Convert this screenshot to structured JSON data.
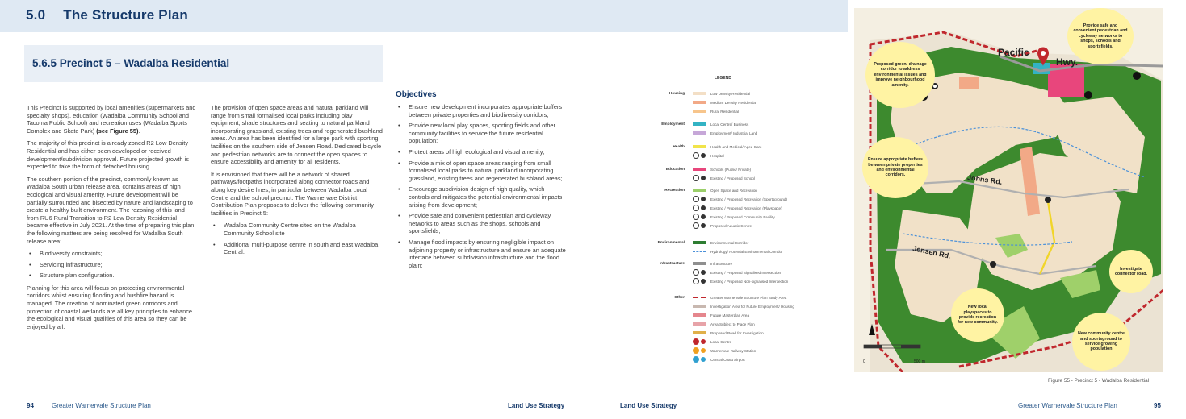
{
  "header": {
    "number": "5.0",
    "title": "The Structure Plan"
  },
  "subheading": "5.6.5 Precinct 5 – Wadalba Residential",
  "col1": {
    "p1_pre": "This Precinct is supported by local amenities (supermarkets and specialty shops), education (Wadalba Community School and Tacoma Public School) and recreation uses (Wadalba Sports Complex and Skate Park) ",
    "p1_bold": "(see Figure 55)",
    "p1_post": ".",
    "p2": "The majority of this precinct is already zoned R2 Low Density Residential and has either been developed or received development/subdivision approval. Future projected growth is expected to take the form of detached housing.",
    "p3": "The southern portion of the precinct, commonly known as Wadalba South urban release area, contains areas of high ecological and visual amenity. Future development will be partially surrounded and bisected by nature and landscaping to create a healthy built environment. The rezoning of this land from RU6 Rural Transition to R2 Low Density Residential became effective in July 2021. At the time of preparing this plan, the following matters are being resolved for Wadalba South release area:",
    "bullets": [
      "Biodiversity constraints;",
      "Servicing infrastructure;",
      "Structure plan configuration."
    ],
    "p4": "Planning for this area will focus on protecting environmental corridors whilst ensuring flooding and bushfire hazard is managed. The creation of nominated green corridors and protection of coastal wetlands are all key principles to enhance the ecological and visual qualities of this area so they can be enjoyed by all."
  },
  "col2": {
    "p1": "The provision of open space areas and natural parkland will range from small formalised local parks including play equipment, shade structures and seating to natural parkland incorporating grassland, existing trees and regenerated bushland areas. An area has been identified for a large park with sporting facilities on the southern side of Jensen Road. Dedicated bicycle and pedestrian networks are to connect the open spaces to ensure accessibility and amenity for all residents.",
    "p2": "It is envisioned that there will be a network of shared pathways/footpaths incorporated along connector roads and along key desire lines, in particular between Wadalba Local Centre and the school precinct. The Warnervale District Contribution Plan proposes to deliver the following community facilities in Precinct 5:",
    "bullets": [
      "Wadalba Community Centre sited on the Wadalba Community School site",
      "Additional multi-purpose centre in south and east Wadalba Central."
    ]
  },
  "objectives": {
    "title": "Objectives",
    "items": [
      "Ensure new development incorporates appropriate buffers between private properties and biodiversity corridors;",
      "Provide new local play spaces, sporting fields and other community facilities to service the future residential population;",
      "Protect areas of high ecological and visual amenity;",
      "Provide a mix of open space areas ranging from small formalised local parks to natural parkland incorporating grassland, existing trees and regenerated bushland areas;",
      "Encourage subdivision design of high quality, which controls and mitigates the potential environmental impacts arising from development;",
      "Provide safe and convenient pedestrian and cycleway networks to areas such as the shops, schools and sportsfields;",
      "Manage flood impacts by ensuring negligible impact on adjoining property or infrastructure and ensure an adequate interface between subdivision infrastructure and the flood plain;"
    ]
  },
  "footer": {
    "left_page": "94",
    "left_title": "Greater Warnervale Structure Plan",
    "left_section": "Land Use Strategy",
    "right_section": "Land Use Strategy",
    "right_title": "Greater Warnervale Structure Plan",
    "right_page": "95"
  },
  "legend": {
    "heading": "LEGEND",
    "categories": {
      "housing": "Housing",
      "employment": "Employment",
      "health": "Health",
      "education": "Education",
      "recreation": "Recreation",
      "environmental": "Environmental",
      "infrastructure": "Infrastructure",
      "other": "Other"
    },
    "items": [
      {
        "label": "Low Density Residential",
        "color": "#f3dfc6"
      },
      {
        "label": "Medium Density Residential",
        "color": "#f2a987"
      },
      {
        "label": "Rural Residential",
        "color": "#f7c58c"
      },
      {
        "label": "Local Centre/ Business",
        "color": "#33b3c4"
      },
      {
        "label": "Employment/ Industrial Land",
        "color": "#c6a7d8"
      },
      {
        "label": "Health and Medical/ Aged Care",
        "color": "#f1e44a"
      },
      {
        "label": "Hospital",
        "color": "#333333"
      },
      {
        "label": "Schools (Public/ Private)",
        "color": "#e8467c"
      },
      {
        "label": "Existing / Proposed School",
        "color": "#333333"
      },
      {
        "label": "Open Space and Recreation",
        "color": "#9bcf6a"
      },
      {
        "label": "Existing / Proposed Recreation (Sportsground)",
        "color": "#333333"
      },
      {
        "label": "Existing / Proposed Recreation (Playspace)",
        "color": "#333333"
      },
      {
        "label": "Existing / Proposed Community Facility",
        "color": "#333333"
      },
      {
        "label": "Proposed Aquatic Centre",
        "color": "#333333"
      },
      {
        "label": "Environmental Corridor",
        "color": "#2e7d32"
      },
      {
        "label": "Hydrology/ Potential Environmental Corridor",
        "color": "#4a90d9"
      },
      {
        "label": "Infrastructure",
        "color": "#8f8f8f"
      },
      {
        "label": "Existing / Proposed Signalised Intersection",
        "color": "#333333"
      },
      {
        "label": "Existing / Proposed Non-signalised Intersection",
        "color": "#333333"
      },
      {
        "label": "Greater Warnervale Structure Plan Study Area",
        "color": "#c0272d"
      },
      {
        "label": "Investigation Area for Future Employment/ Housing",
        "color": "#c8b8b0"
      },
      {
        "label": "Future Masterplan Area",
        "color": "#e5868d"
      },
      {
        "label": "Area Subject to Place Plan",
        "color": "#e7a3a8"
      },
      {
        "label": "Proposed Road for Investigation",
        "color": "#e0b04a"
      },
      {
        "label": "Local Centre",
        "color": "#c0272d"
      },
      {
        "label": "Warnervale Railway Station",
        "color": "#f0a020"
      },
      {
        "label": "Central Coast Airport",
        "color": "#30a0d0"
      }
    ]
  },
  "map": {
    "road_pacific": "Pacific",
    "road_hwy": "Hwy.",
    "road_johns": "Johns Rd.",
    "road_jensen": "Jensen Rd.",
    "scale_0": "0",
    "scale_500": "500 m",
    "bubbles": [
      "Provide safe and convenient pedestrian and cycleway networks to shops, schools and sportsfields.",
      "Proposed green/ drainage corridor to address environmental issues and improve neighbourhood amenity.",
      "Ensure appropriate buffers between private properties and environmental corridors.",
      "Investigate connector road.",
      "New local playspaces to provide recreation for new community.",
      "New community centre and sportsground to service growing population"
    ],
    "caption": "Figure 55 - Precinct 5 - Wadalba Residential"
  }
}
